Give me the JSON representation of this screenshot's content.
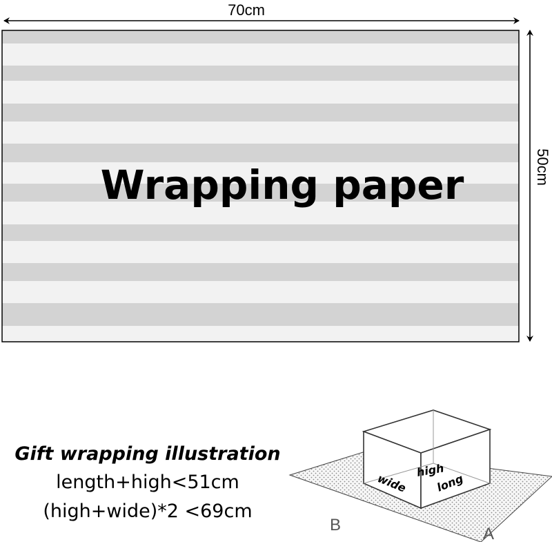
{
  "paper": {
    "label": "Wrapping paper",
    "width_label": "70cm",
    "height_label": "50cm",
    "stripe_light": "#f2f2f2",
    "stripe_dark": "#d3d3d3"
  },
  "illustration": {
    "title": "Gift wrapping illustration",
    "formula_1": "length+high<51cm",
    "formula_2": "(high+wide)*2 <69cm",
    "box_labels": {
      "high": "high",
      "wide": "wide",
      "long": "long"
    },
    "corner_b": "B",
    "corner_a": "A"
  }
}
